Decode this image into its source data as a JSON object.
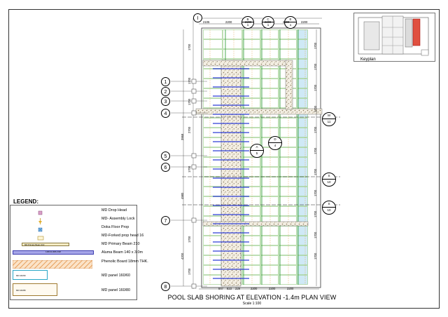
{
  "drawing": {
    "title": "POOL SLAB SHORING AT ELEVATION -1.4m PLAN VIEW",
    "scale": "Scale 1:100"
  },
  "keyplan": {
    "label": "Keyplan"
  },
  "legend": {
    "title": "LEGEND:",
    "items": [
      {
        "label": "MD Drop Head",
        "swatch": "square"
      },
      {
        "label": "MD- Assembly Lock",
        "swatch": "lock"
      },
      {
        "label": "Doka Floor Prop",
        "swatch": "prop"
      },
      {
        "label": "MD-Forked prop head 16",
        "swatch": "forked"
      },
      {
        "label": "MD Primary Beam 210",
        "swatch": "beam",
        "swatch_text": "MD Primary Beam 210"
      },
      {
        "label": "Aluma Beam 140 x 3.0m",
        "swatch": "aluma",
        "swatch_text": "1400 ALUMA 3.0M"
      },
      {
        "label": "Phenolic Board 18mm THK.",
        "swatch": "hatch"
      },
      {
        "label": "MD panel 160/60",
        "swatch": "panel60",
        "swatch_text": "MD 160/60"
      },
      {
        "label": "MD panel 160/80",
        "swatch": "panel80",
        "swatch_text": "MD 160/80"
      }
    ]
  },
  "grid": {
    "top_axis": "I",
    "row_axes": [
      "1",
      "2",
      "3",
      "4",
      "5",
      "6",
      "7",
      "8"
    ],
    "column_bubbles": [
      {
        "letter": "B",
        "number": "1"
      },
      {
        "letter": "C",
        "number": "1"
      },
      {
        "letter": "E",
        "number": "1"
      }
    ],
    "section_markers": [
      {
        "letter": "A",
        "number": "5"
      },
      {
        "letter": "D",
        "number": "4"
      },
      {
        "letter": "M",
        "number": "11"
      },
      {
        "letter": "S",
        "number": "10"
      },
      {
        "letter": "S",
        "number": "10"
      }
    ]
  },
  "dimensions": {
    "top": [
      "2105",
      "2200",
      "2200",
      "2200",
      "2200",
      "2200"
    ],
    "left_major": [
      "3968",
      "4980",
      "4200"
    ],
    "left_minor": [
      "1700",
      "1700",
      "1700",
      "2700",
      "1700",
      "1700",
      "1700"
    ],
    "right": [
      "1700",
      "1700",
      "1700",
      "1700",
      "1700",
      "1700",
      "1700",
      "1700",
      "1700",
      "1700",
      "1700"
    ],
    "bottom": [
      "847",
      "823",
      "229",
      "2200",
      "2200",
      "2200"
    ]
  },
  "colors": {
    "accent_blue": "#2f3fd8",
    "keyplan_red": "#e05040",
    "panel_green": "#c9e8c0",
    "panel_cyan": "#7fd6e6",
    "hatch_orange": "#e59a55",
    "beam_yellow": "#e8d27a"
  }
}
